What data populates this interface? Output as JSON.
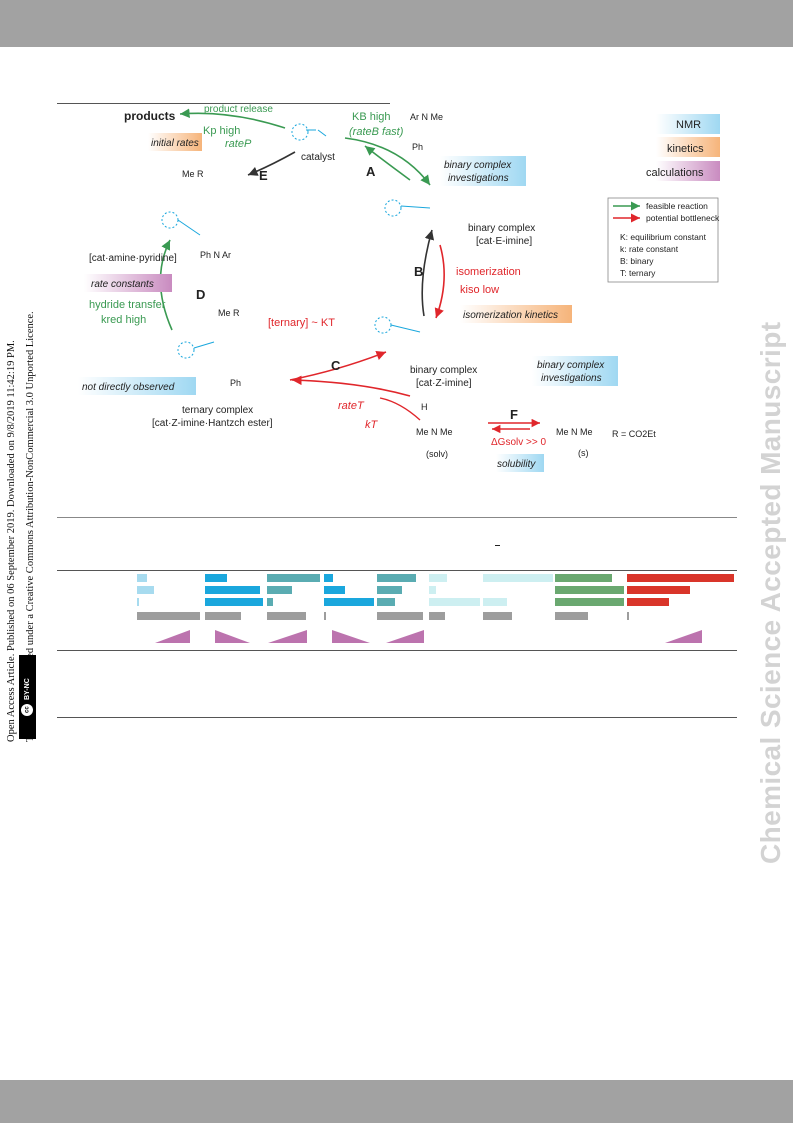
{
  "side_text": {
    "line1": "Open Access Article. Published on 06 September 2019. Downloaded on 9/8/2019 11:42:19 PM.",
    "line2": "This article is licensed under a Creative Commons Attribution-NonCommercial 3.0 Unported Licence.",
    "license_badge": "BY-NC",
    "cc_mark": "cc"
  },
  "watermark": "Chemical Science Accepted Manuscript",
  "scheme": {
    "products": "products",
    "product_release": "product release",
    "kp_high": "Kp high",
    "rate_p": "rateP",
    "initial_rates": "initial rates",
    "catalyst_label": "catalyst",
    "ka_high": "KB high",
    "rate_b_fast": "(rateB fast)",
    "step_A": "A",
    "step_B": "B",
    "step_C": "C",
    "step_D": "D",
    "step_E": "E",
    "step_F": "F",
    "binary_complex_inv_1": "binary complex",
    "binary_complex_inv_2": "investigations",
    "binary_E_1": "binary complex",
    "binary_E_2": "[cat·E-imine]",
    "isomerization": "isomerization",
    "k_low": "kiso low",
    "isomerization_kinetics": "isomerization kinetics",
    "binary_Z_1": "binary complex",
    "binary_Z_2": "[cat·Z-imine]",
    "binary_complex_inv2_1": "binary complex",
    "binary_complex_inv2_2": "investigations",
    "cat_amine_pyridine": "[cat·amine·pyridine]",
    "rate_constants": "rate constants",
    "hydride_transfer": "hydride transfer",
    "k_red_high": "kred high",
    "ternary_eq": "[ternary] ~ KT",
    "not_directly_observed": "not directly observed",
    "ternary_1": "ternary complex",
    "ternary_2": "[cat·Z-imine·Hantzch ester]",
    "rate_t": "rateT",
    "k_t": "kT",
    "delta_g": "ΔGsolv >> 0",
    "solubility": "solubility",
    "solv": "(solv)",
    "s_label": "(s)",
    "r_eq": "R = CO2Et",
    "methods": [
      "NMR",
      "kinetics",
      "calculations"
    ],
    "legend": {
      "feasible": "feasible reaction",
      "bottleneck": "potential bottleneck",
      "k_const": "K: equilibrium constant",
      "k_rate": "k: rate constant",
      "b": "B: binary",
      "t": "T: ternary"
    }
  },
  "colors": {
    "green": "#3a9a52",
    "red": "#e0262b",
    "blue": "#1aa7dd",
    "teal": "#5aacb2",
    "pale_blue": "#a7dbef",
    "pale_teal": "#cdeff1",
    "green_bar": "#6aa870",
    "red_bar": "#d9352a",
    "gray_bar": "#9d9d9d",
    "purple": "#a3478f",
    "orange": "#f08a3a"
  }
}
